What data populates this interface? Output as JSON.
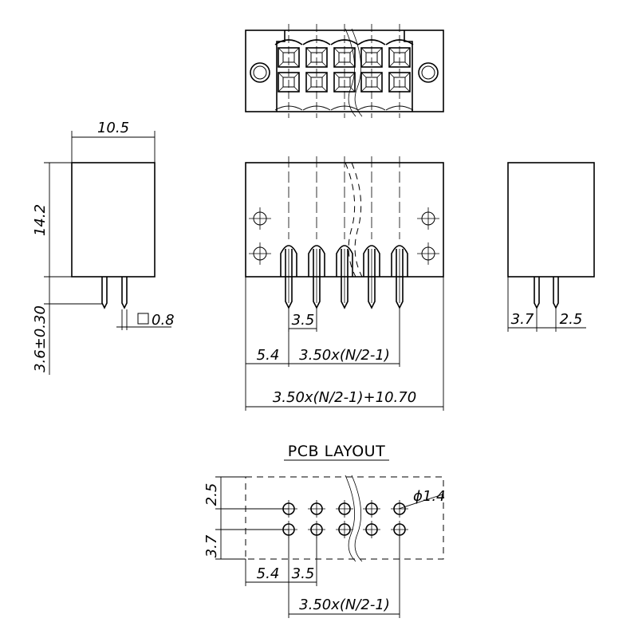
{
  "title": "PCB LAYOUT",
  "dimensions": {
    "width_side": "10.5",
    "height_side": "14.2",
    "pin_length": "3.6±0.30",
    "pin_square": "0.8",
    "pitch": "3.5",
    "edge_offset": "5.4",
    "pitch_span": "3.50x(N/2-1)",
    "overall_length": "3.50x(N/2-1)+10.70",
    "right_offset_a": "3.7",
    "right_offset_b": "2.5",
    "hole_diameter": "ϕ1.4",
    "pcb_row_a": "2.5",
    "pcb_row_b": "3.7",
    "pcb_edge_offset": "5.4",
    "pcb_pitch": "3.5",
    "pcb_pitch_span": "3.50x(N/2-1)"
  }
}
